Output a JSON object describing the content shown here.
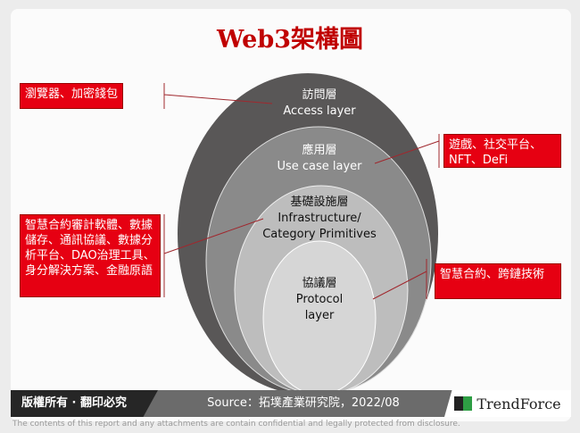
{
  "title": "Web3架構圖",
  "layers": [
    {
      "zh": "訪問層",
      "en": "Access layer",
      "color": "#595757"
    },
    {
      "zh": "應用層",
      "en": "Use case layer",
      "color": "#8a8a8a"
    },
    {
      "zh": "基礎設施層",
      "en": "Infrastructure/ Category Primitives",
      "color": "#bdbdbd"
    },
    {
      "zh": "協議層",
      "en": "Protocol layer",
      "color": "#d6d6d6"
    }
  ],
  "callouts": [
    "瀏覽器、加密錢包",
    "遊戲、社交平台、NFT、DeFi",
    "智慧合約審計軟體、數據儲存、通訊協議、數據分析平台、DAO治理工具、身分解決方案、金融原語",
    "智慧合約、跨鏈技術"
  ],
  "footer": {
    "copyright": "版權所有 · 翻印必究",
    "source": "Source：拓墣產業研究院，2022/08",
    "brand": "TrendForce",
    "disclaimer": "The contents of this report and any attachments are contain confidential and legally protected from disclosure."
  },
  "accent": "#e60012"
}
